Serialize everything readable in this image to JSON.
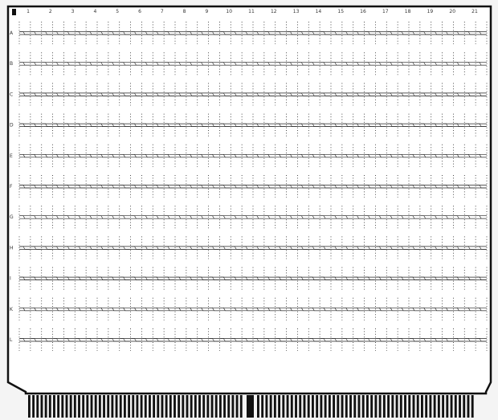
{
  "board": {
    "column_labels": [
      "1",
      "2",
      "3",
      "4",
      "5",
      "6",
      "7",
      "8",
      "9",
      "10",
      "11",
      "12",
      "13",
      "14",
      "15",
      "16",
      "17",
      "18",
      "19",
      "20",
      "21"
    ],
    "row_labels": [
      "A",
      "B",
      "C",
      "D",
      "E",
      "F",
      "G",
      "H",
      "I",
      "K",
      "L"
    ],
    "colors": {
      "board": "#ffffff",
      "background": "#f4f4f4",
      "trace": "#222222",
      "edge": "#111111"
    }
  }
}
